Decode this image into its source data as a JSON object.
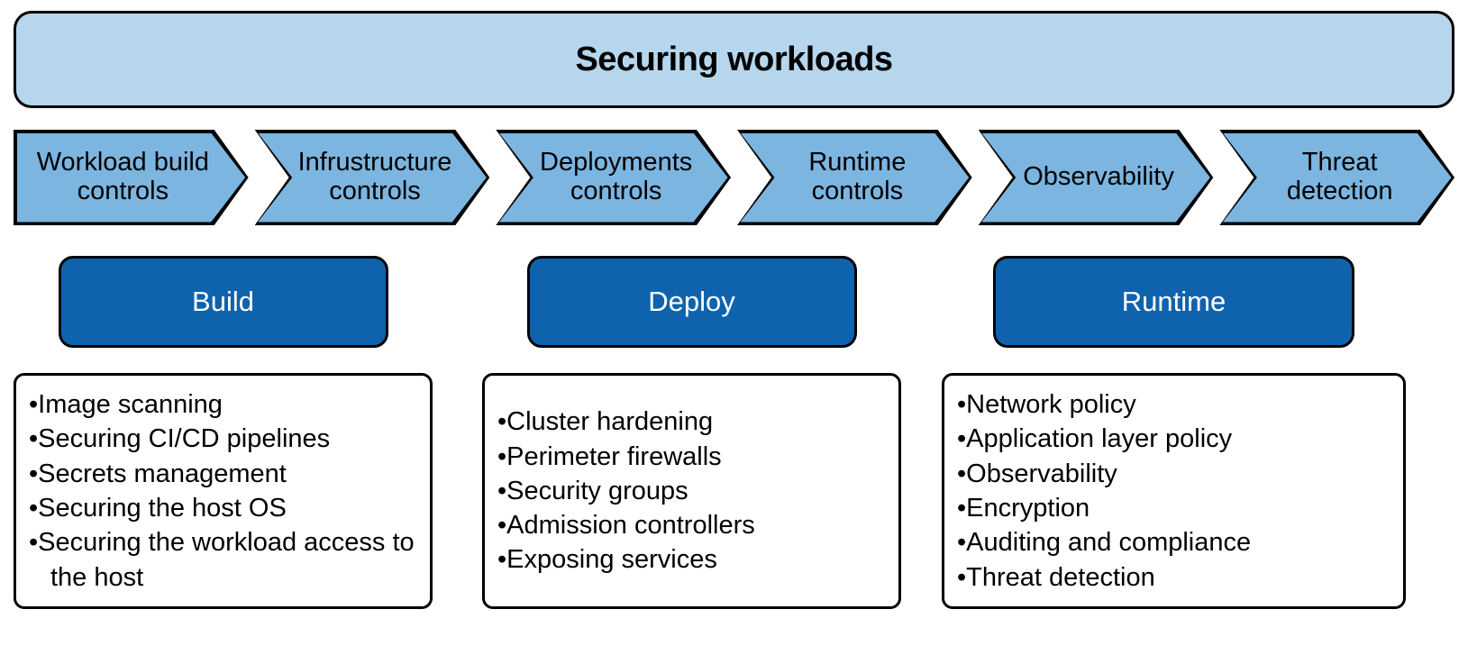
{
  "banner": {
    "title": "Securing workloads"
  },
  "pipeline": {
    "stages": [
      {
        "label": "Workload build\ncontrols"
      },
      {
        "label": "Infrustructure\ncontrols"
      },
      {
        "label": "Deployments\ncontrols"
      },
      {
        "label": "Runtime\ncontrols"
      },
      {
        "label": "Observability"
      },
      {
        "label": "Threat\ndetection"
      }
    ]
  },
  "phases": [
    {
      "label": "Build",
      "items": [
        "Image scanning",
        "Securing CI/CD pipelines",
        "Secrets management",
        "Securing the host OS",
        "Securing the workload access to the host"
      ]
    },
    {
      "label": "Deploy",
      "items": [
        "Cluster hardening",
        "Perimeter firewalls",
        "Security groups",
        "Admission controllers",
        "Exposing services"
      ]
    },
    {
      "label": "Runtime",
      "items": [
        "Network policy",
        "Application layer policy",
        "Observability",
        "Encryption",
        "Auditing and compliance",
        "Threat detection"
      ]
    }
  ],
  "colors": {
    "banner_fill": "#b5d6ed",
    "stage_fill": "#7cb5e0",
    "phase_fill": "#0f63ad",
    "border": "#000000",
    "phase_text": "#ffffff"
  }
}
